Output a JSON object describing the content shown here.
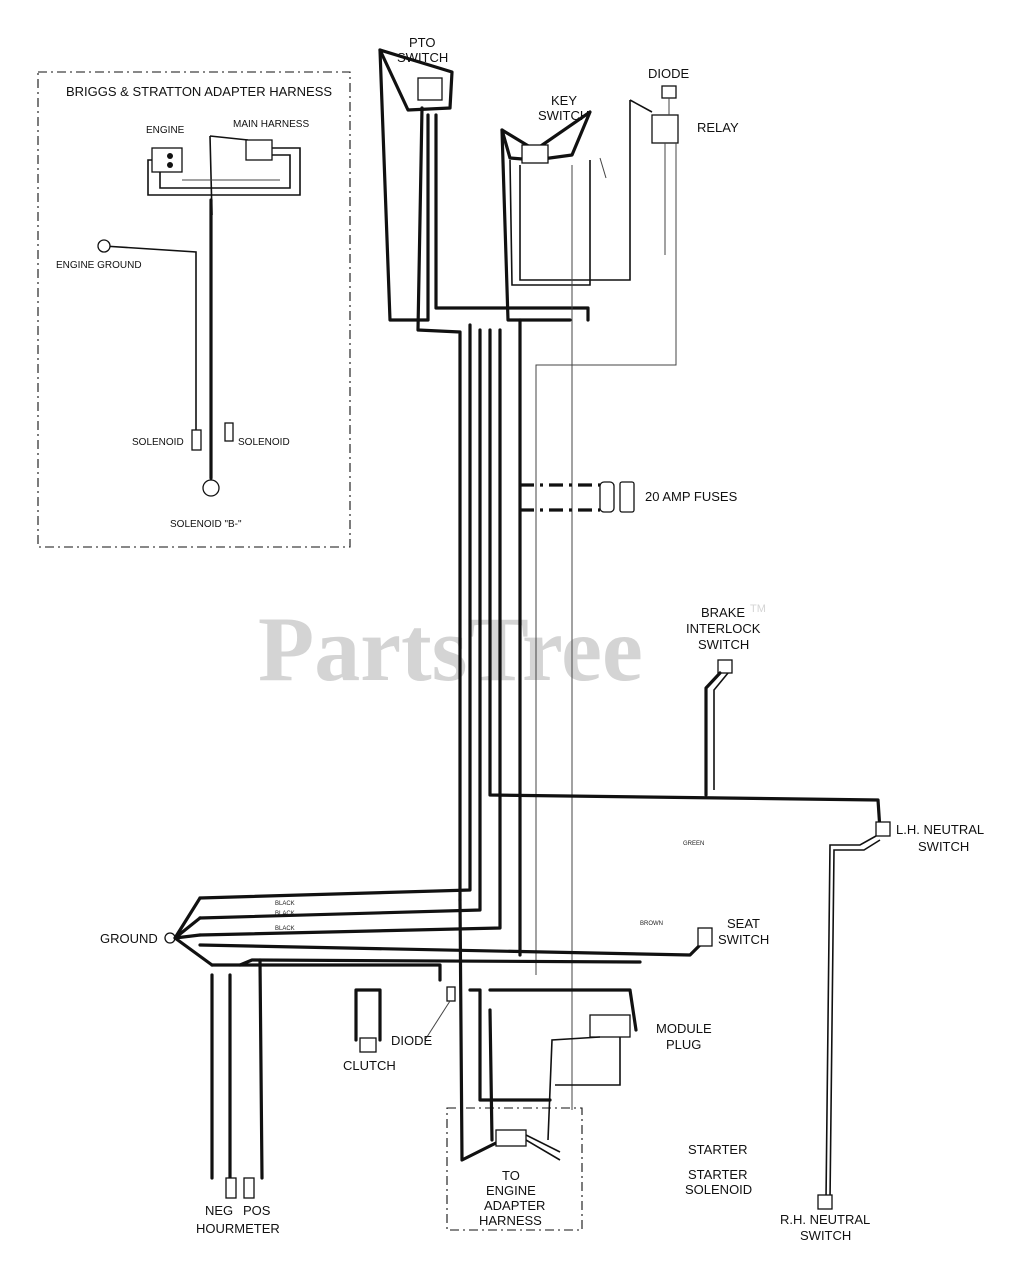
{
  "watermark": "PartsTree",
  "trademark": "TM",
  "inset": {
    "title": "BRIGGS & STRATTON ADAPTER HARNESS",
    "engine": "ENGINE",
    "main_harness": "MAIN HARNESS",
    "engine_ground": "ENGINE GROUND",
    "solenoid_left": "SOLENOID",
    "solenoid_right": "SOLENOID",
    "solenoid_b": "SOLENOID \"B-\""
  },
  "components": {
    "pto_switch": [
      "PTO",
      "SWITCH"
    ],
    "key_switch": [
      "KEY",
      "SWITCH"
    ],
    "diode_top": "DIODE",
    "relay": "RELAY",
    "fuses": "20 AMP FUSES",
    "brake_interlock": [
      "BRAKE",
      "INTERLOCK",
      "SWITCH"
    ],
    "lh_neutral": [
      "L.H. NEUTRAL",
      "SWITCH"
    ],
    "ground": "GROUND",
    "seat_switch": [
      "SEAT",
      "SWITCH"
    ],
    "diode_bottom": "DIODE",
    "clutch": "CLUTCH",
    "module_plug": [
      "MODULE",
      "PLUG"
    ],
    "starter": "STARTER",
    "starter_solenoid": [
      "STARTER",
      "SOLENOID"
    ],
    "engine_adapter": [
      "TO",
      "ENGINE",
      "ADAPTER",
      "HARNESS"
    ],
    "neg": "NEG",
    "pos": "POS",
    "hourmeter": "HOURMETER",
    "rh_neutral": [
      "R.H. NEUTRAL",
      "SWITCH"
    ]
  },
  "wire_labels": {
    "black_1": "BLACK",
    "black_2": "BLACK",
    "black_3": "BLACK",
    "brown": "BROWN",
    "green": "GREEN"
  }
}
